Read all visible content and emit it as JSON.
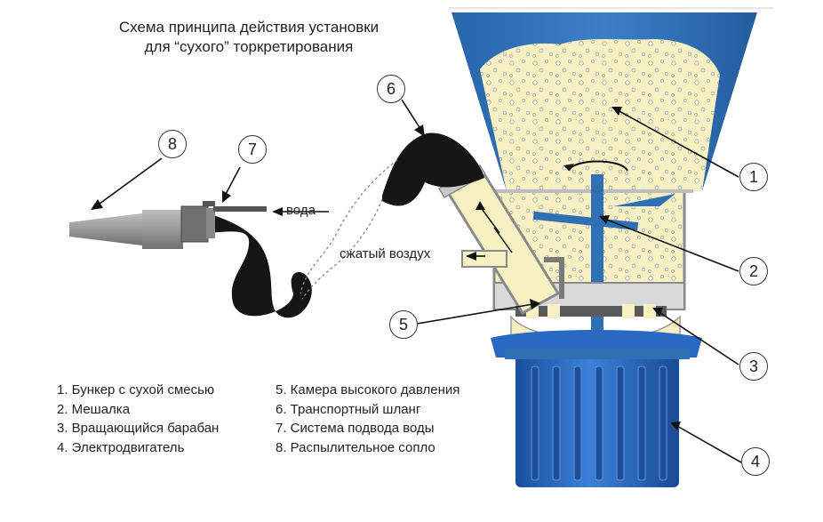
{
  "title": {
    "line1": "Схема принципа действия установки",
    "line2": "для “сухого” торкретирования"
  },
  "labels": {
    "water": "вода",
    "air": "сжатый воздух"
  },
  "callouts": [
    "1",
    "2",
    "3",
    "4",
    "5",
    "6",
    "7",
    "8"
  ],
  "legend": {
    "left": [
      "1. Бункер с сухой смесью",
      "2. Мешалка",
      "3. Вращающийся барабан",
      "4. Электродвигатель"
    ],
    "right": [
      "5. Камера высокого давления",
      "6. Транспортный шланг",
      "7. Система подвода воды",
      "8. Распылительное сопло"
    ]
  },
  "colors": {
    "hopper_blue": "#2f6fb4",
    "motor_blue": "#2a69c2",
    "mix_fill": "#f6f0c2",
    "hose": "#151515",
    "nozzle_gray": "#8f8f8f",
    "steel": "#c8c8c8"
  }
}
